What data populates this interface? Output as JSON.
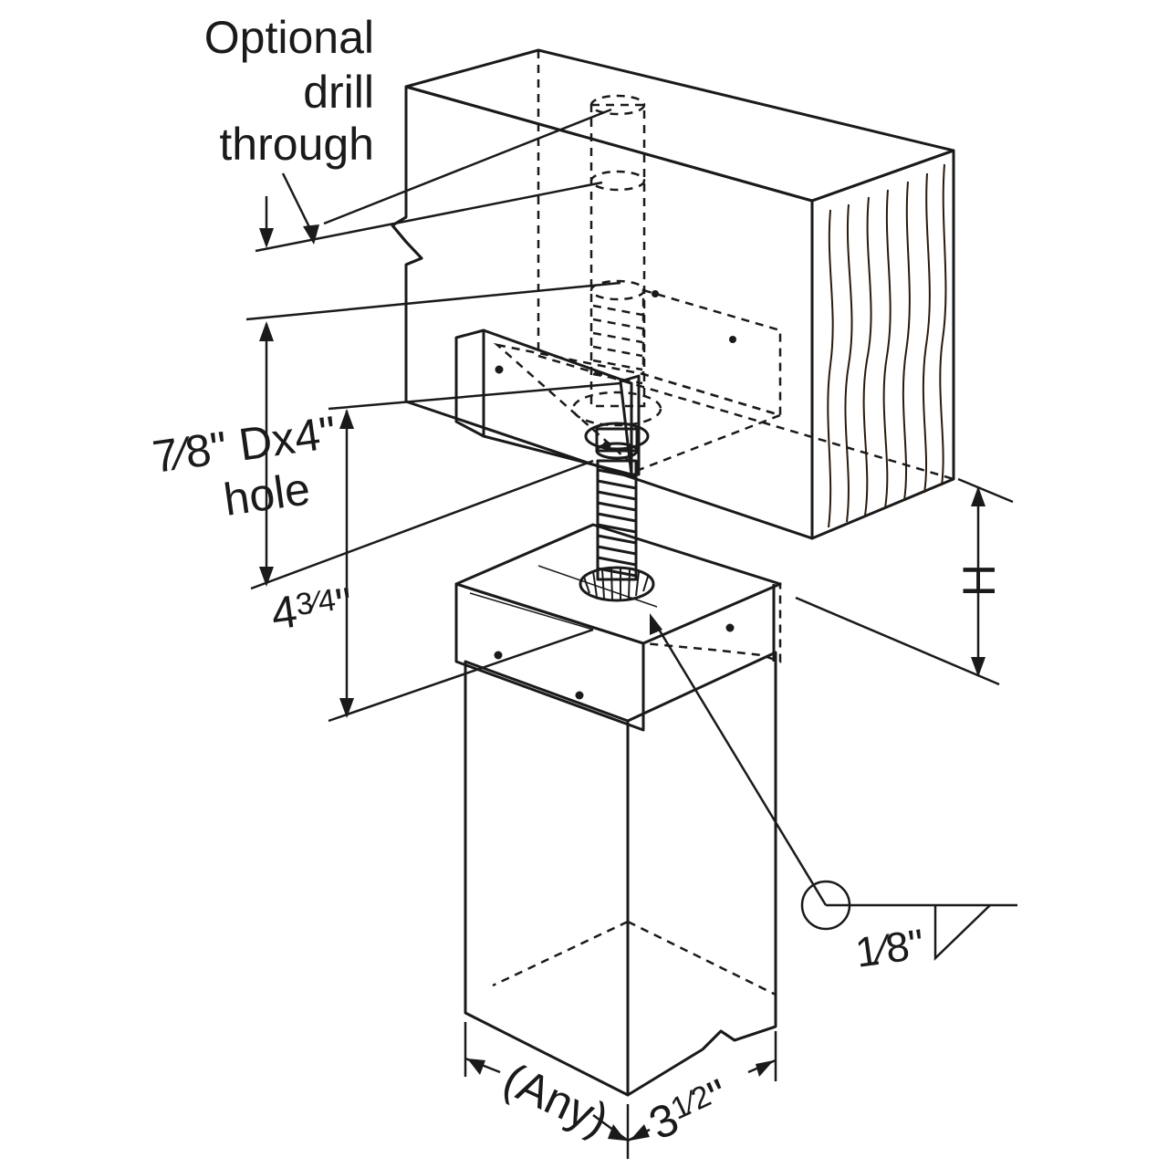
{
  "labels": {
    "optional_line1": "Optional",
    "optional_line2": "drill",
    "optional_line3": "through",
    "hole_frac": "7⁄8",
    "hole_rest": "\" Dx4\"",
    "hole_line2": "hole",
    "depth_whole": "4",
    "depth_frac": "3⁄4",
    "depth_unit": "\"",
    "height": "H",
    "weld_frac": "1⁄8",
    "weld_unit": "\"",
    "post_width_any": "(Any)",
    "post_width_whole": "3",
    "post_width_frac": "1⁄2",
    "post_width_unit": "\""
  },
  "colors": {
    "wood": "#f4a640",
    "wood_dark": "#e08a2a",
    "wood_light": "#f8cfa0",
    "metal": "#8e8e8e",
    "metal_light": "#b4b4b4",
    "ghost": "#f6d6b0",
    "outline": "#1a1a1a"
  }
}
